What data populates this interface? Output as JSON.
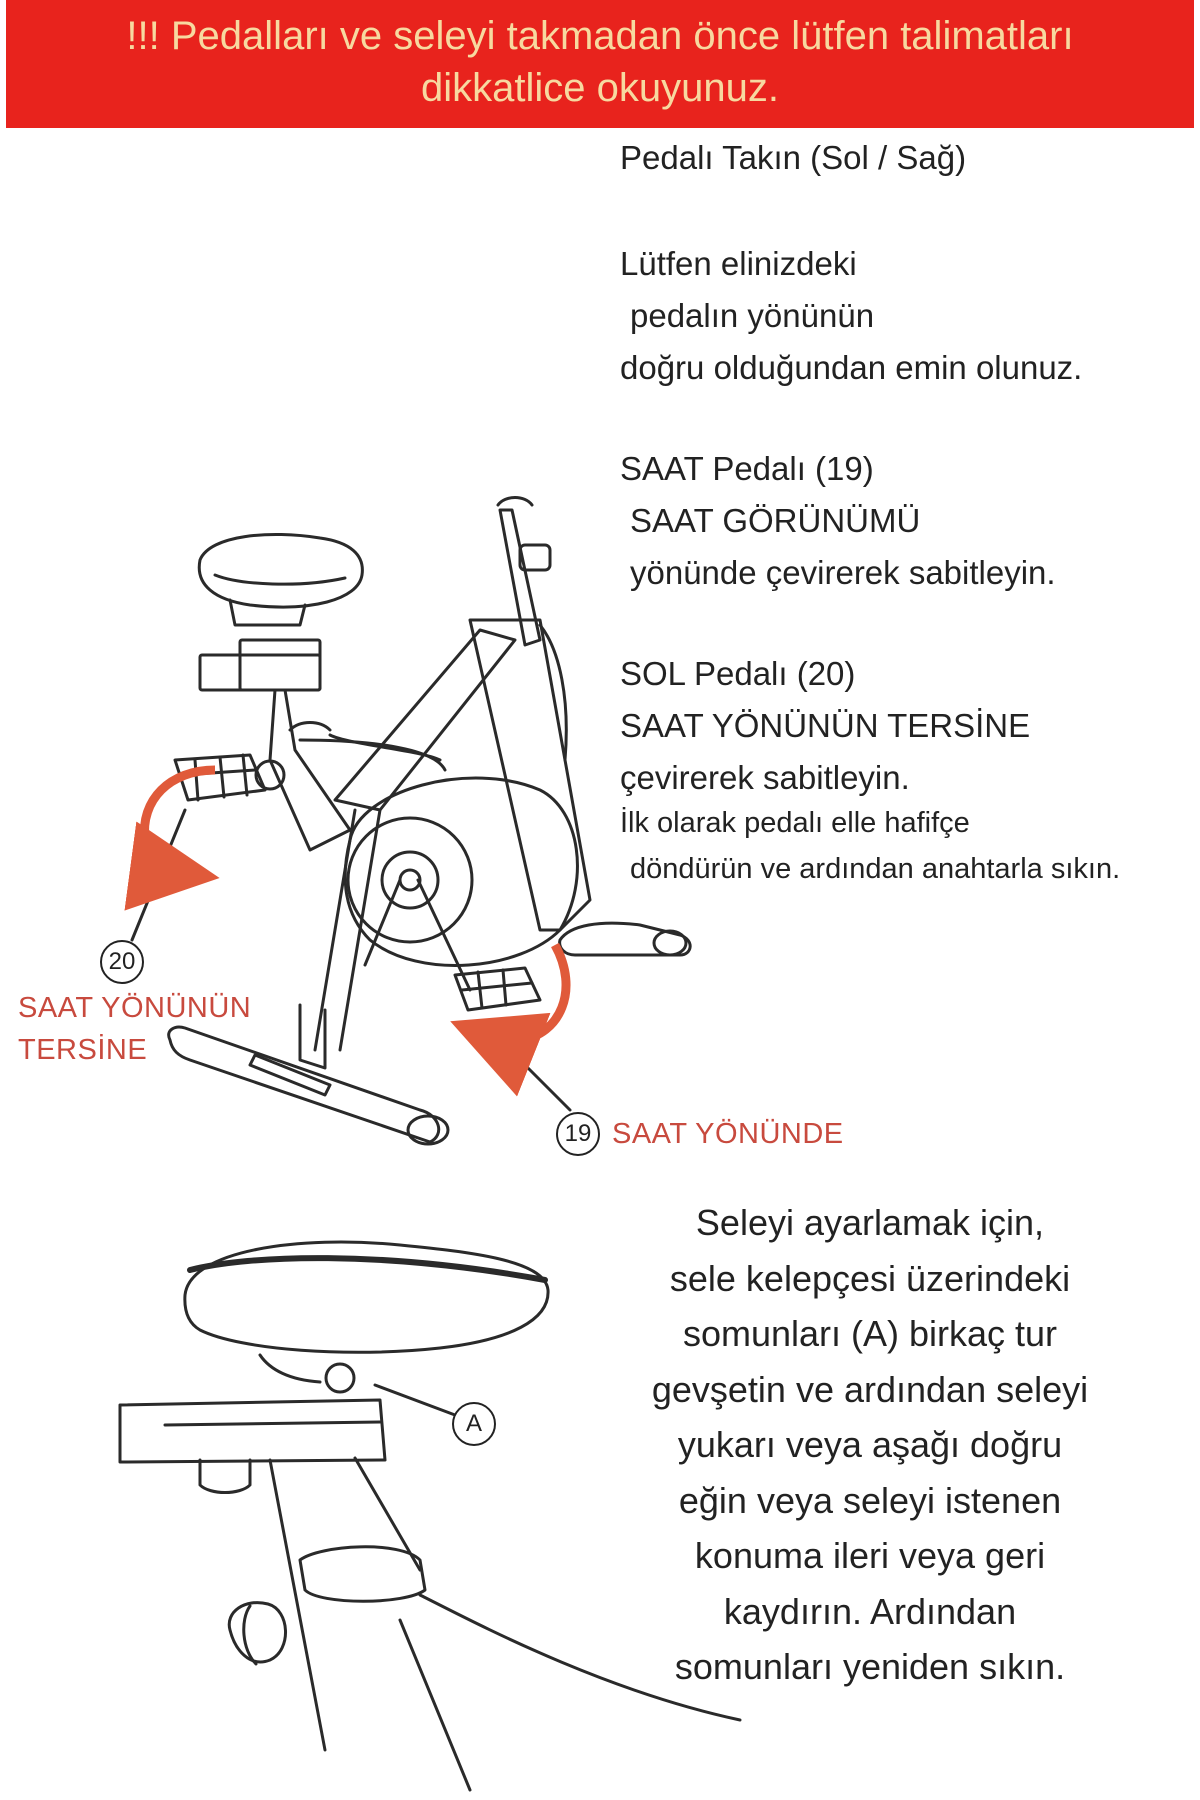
{
  "banner": {
    "line1": "!!! Pedalları ve seleyi takmadan önce lütfen talimatları",
    "line2": "dikkatlice okuyunuz."
  },
  "pedal_section": {
    "title": "Pedalı Takın (Sol / Sağ)",
    "intro": [
      "Lütfen elinizdeki",
      "pedalın yönünün",
      "doğru olduğundan emin olunuz."
    ],
    "right_pedal": [
      "SAAT Pedalı (19)",
      "SAAT GÖRÜNÜMÜ",
      "yönünde çevirerek sabitleyin."
    ],
    "left_pedal": [
      "SOL Pedalı (20)",
      "SAAT YÖNÜNÜN TERSİNE",
      "çevirerek sabitleyin."
    ],
    "tip": [
      "İlk olarak pedalı elle hafifçe",
      "döndürün ve ardından anahtarla sıkın."
    ]
  },
  "diagram_labels": {
    "left_num": "20",
    "left_dir": [
      "SAAT YÖNÜNÜN",
      "TERSİNE"
    ],
    "right_num": "19",
    "right_dir": "SAAT YÖNÜNDE",
    "clamp_label": "A"
  },
  "seat_section": {
    "lines": [
      "Seleyi ayarlamak için,",
      "sele kelepçesi üzerindeki",
      "somunları (A) birkaç tur",
      "gevşetin ve ardından seleyi",
      "yukarı veya aşağı doğru",
      "eğin veya seleyi istenen",
      "konuma ileri veya geri",
      "kaydırın. Ardından",
      "somunları yeniden sıkın."
    ]
  },
  "colors": {
    "banner": "#e8231d",
    "banner_text": "#f7d9a0",
    "accent_red": "#c84a3e",
    "arrow": "#e05a3a"
  }
}
